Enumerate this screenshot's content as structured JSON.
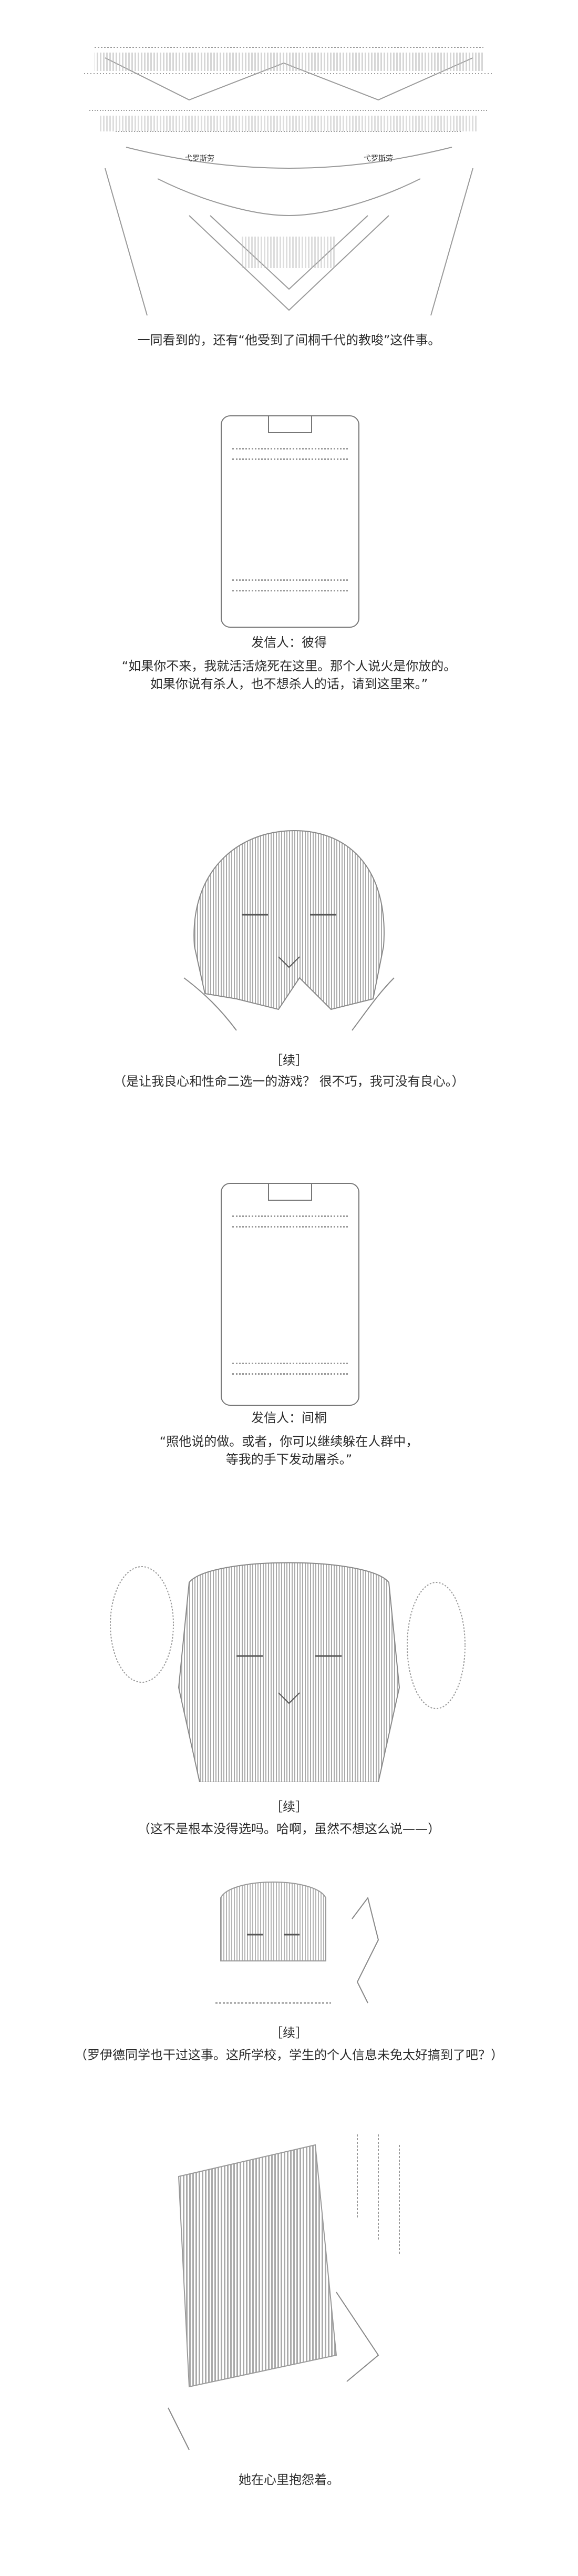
{
  "panel1": {
    "caption": "一同看到的，还有“他受到了间桐千代的教唆”这件事。",
    "ascii_left": "弋罗斯劳",
    "ascii_right": "弋罗斯劳"
  },
  "panel2": {
    "sender": "发信人：彼得",
    "message_lines": [
      "“如果你不来，我就活活烧死在这里。那个人说火是你放的。",
      "如果你说有杀人，也不想杀人的话，请到这里来。”"
    ]
  },
  "panel3": {
    "tag": "［续］",
    "text": "（是让我良心和性命二选一的游戏？ 很不巧，我可没有良心。）"
  },
  "panel4": {
    "sender": "发信人：间桐",
    "message_lines": [
      "“照他说的做。或者，你可以继续躲在人群中，",
      "等我的手下发动屠杀。”"
    ]
  },
  "panel5": {
    "tag": "［续］",
    "text": "（这不是根本没得选吗。哈啊，虽然不想这么说——）"
  },
  "panel6": {
    "tag": "［续］",
    "text": "（罗伊德同学也干过这事。这所学校，学生的个人信息未免太好搞到了吧？）"
  },
  "panel7": {
    "caption": "她在心里抱怨着。"
  }
}
